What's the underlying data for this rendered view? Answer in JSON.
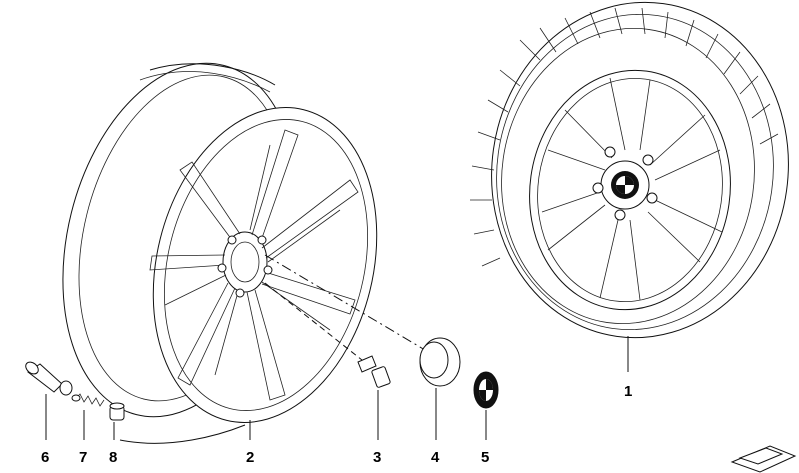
{
  "labels": {
    "complete_wheel": "1",
    "rim": "2",
    "wheel_bolt": "3",
    "hub_cap": "4",
    "emblem": "5",
    "valve": "6",
    "valve_insert": "7",
    "valve_cap": "8"
  },
  "icons": {
    "brand_logo": "roundel-logo-icon",
    "corner_mark": "folder-corner-icon"
  },
  "colors": {
    "line": "#111111",
    "background": "#ffffff"
  }
}
